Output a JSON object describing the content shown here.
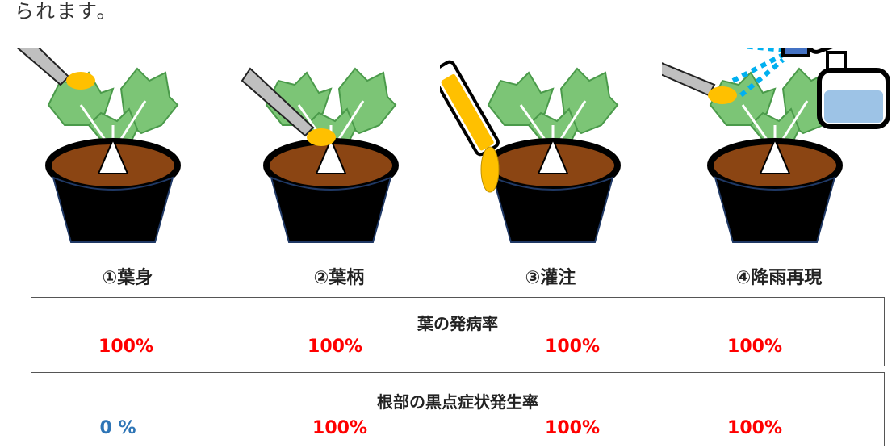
{
  "intro_text": "られます。",
  "methods": [
    {
      "label": "①葉身"
    },
    {
      "label": "②葉柄"
    },
    {
      "label": "③灌注"
    },
    {
      "label": "④降雨再現"
    }
  ],
  "leaf_rate": {
    "title": "葉の発病率",
    "values": [
      "100%",
      "100%",
      "100%",
      "100%"
    ]
  },
  "root_rate": {
    "title": "根部の黒点症状発生率",
    "values": [
      "0 %",
      "100%",
      "100%",
      "100%"
    ]
  },
  "colors": {
    "positive": "#ff0000",
    "zero": "#2e75b6",
    "leaf": "#7cc576",
    "soil": "#8b4513",
    "pot": "#000000",
    "droplet": "#ffc000",
    "spray": "#00b0f0"
  }
}
